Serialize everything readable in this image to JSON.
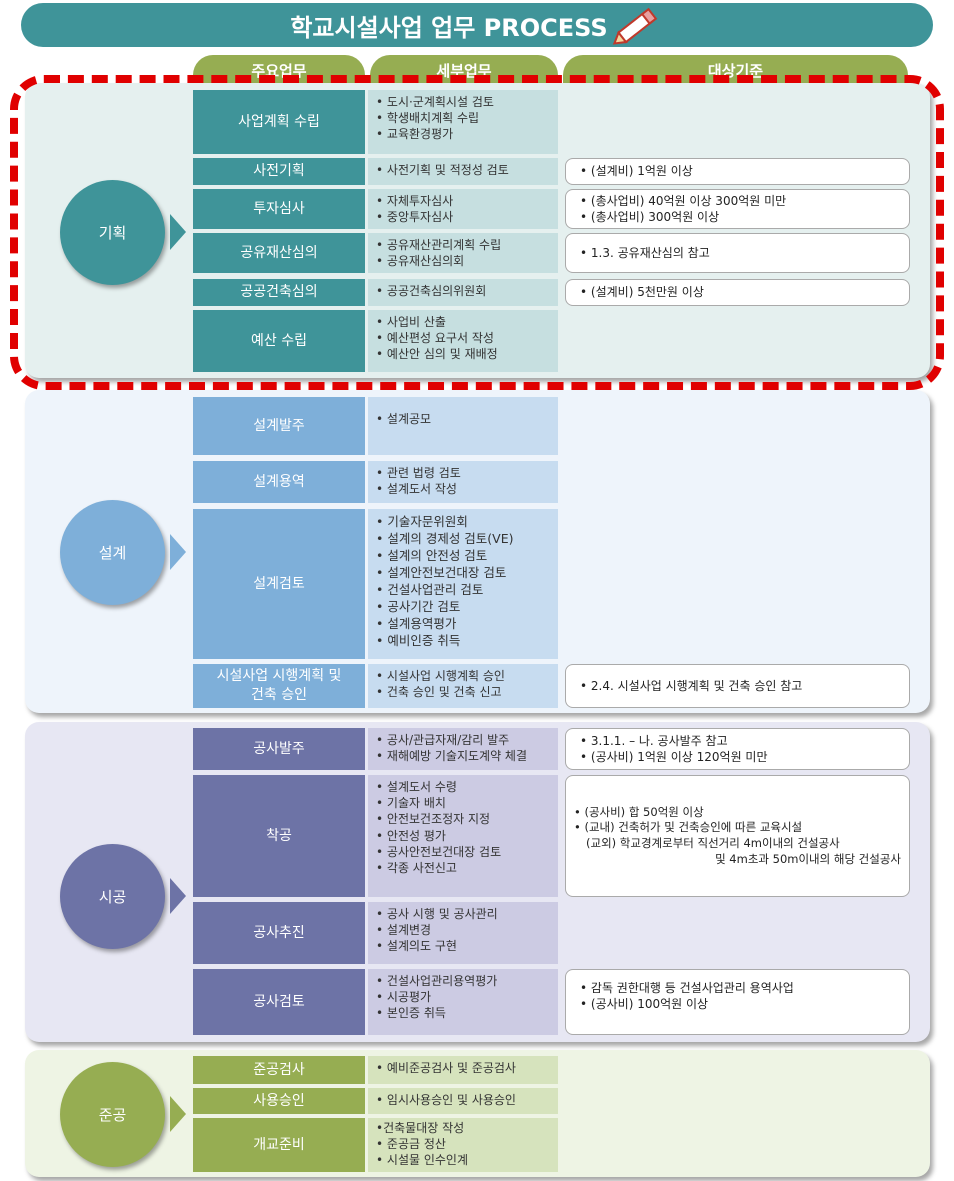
{
  "title": "학교시설사업 업무 PROCESS",
  "header": {
    "col1": "주요업무",
    "col2": "세부업무",
    "col3": "대상기준"
  },
  "phases": [
    {
      "name": "기획",
      "rows": [
        {
          "task": "사업계획 수립",
          "details": [
            "도시·군계획시설 검토",
            "학생배치계획 수립",
            "교육환경평가"
          ],
          "criteria": []
        },
        {
          "task": "사전기획",
          "details": [
            "사전기획 및 적정성 검토"
          ],
          "criteria": [
            "(설계비) 1억원 이상"
          ]
        },
        {
          "task": "투자심사",
          "details": [
            "자체투자심사",
            "중앙투자심사"
          ],
          "criteria": [
            "(총사업비) 40억원 이상 300억원 미만",
            "(총사업비) 300억원 이상"
          ]
        },
        {
          "task": "공유재산심의",
          "details": [
            "공유재산관리계획 수립",
            "공유재산심의회"
          ],
          "criteria": [
            "1.3. 공유재산심의 참고"
          ]
        },
        {
          "task": "공공건축심의",
          "details": [
            "공공건축심의위원회"
          ],
          "criteria": [
            "(설계비) 5천만원 이상"
          ]
        },
        {
          "task": "예산 수립",
          "details": [
            "사업비 산출",
            "예산편성 요구서 작성",
            "예산안 심의 및 재배정"
          ],
          "criteria": []
        }
      ]
    },
    {
      "name": "설계",
      "rows": [
        {
          "task": "설계발주",
          "details": [
            "설계공모"
          ],
          "criteria": []
        },
        {
          "task": "설계용역",
          "details": [
            "관련 법령 검토",
            "설계도서 작성"
          ],
          "criteria": []
        },
        {
          "task": "설계검토",
          "details": [
            "기술자문위원회",
            "설계의 경제성 검토(VE)",
            "설계의 안전성 검토",
            "설계안전보건대장 검토",
            "건설사업관리 검토",
            "공사기간 검토",
            "설계용역평가",
            "예비인증 취득"
          ],
          "criteria": []
        },
        {
          "task": "시설사업 시행계획 및 건축 승인",
          "details": [
            "시설사업 시행계획 승인",
            "건축 승인 및 건축 신고"
          ],
          "criteria": [
            "2.4. 시설사업 시행계획 및 건축 승인 참고"
          ]
        }
      ]
    },
    {
      "name": "시공",
      "rows": [
        {
          "task": "공사발주",
          "details": [
            "공사/관급자재/감리 발주",
            "재해예방 기술지도계약 체결"
          ],
          "criteria": [
            "3.1.1. – 나. 공사발주 참고",
            "(공사비) 1억원 이상 120억원 미만"
          ]
        },
        {
          "task": "착공",
          "details": [
            "설계도서 수령",
            "기술자 배치",
            "안전보건조정자 지정",
            "안전성 평가",
            "공사안전보건대장 검토",
            "각종 사전신고"
          ],
          "criteria": [
            "(공사비) 합 50억원 이상",
            "(교내) 건축허가 및 건축승인에 따른 교육시설",
            "(교외) 학교경계로부터 직선거리 4m이내의 건설공사",
            "및 4m초과 50m이내의 해당 건설공사"
          ]
        },
        {
          "task": "공사추진",
          "details": [
            "공사 시행 및 공사관리",
            "설계변경",
            "설계의도 구현"
          ],
          "criteria": []
        },
        {
          "task": "공사검토",
          "details": [
            "건설사업관리용역평가",
            "시공평가",
            "본인증 취득"
          ],
          "criteria": [
            "감독 권한대행 등 건설사업관리 용역사업",
            "(공사비) 100억원 이상"
          ]
        }
      ]
    },
    {
      "name": "준공",
      "rows": [
        {
          "task": "준공검사",
          "details": [
            "예비준공검사 및 준공검사"
          ],
          "criteria": []
        },
        {
          "task": "사용승인",
          "details": [
            "임시사용승인 및 사용승인"
          ],
          "criteria": []
        },
        {
          "task": "개교준비",
          "details": [
            "건축물대장 작성",
            "준공금 정산",
            "시설물 인수인계"
          ],
          "criteria": []
        }
      ]
    }
  ],
  "colors": {
    "title": "#3f9499",
    "header": "#96ad52",
    "plan": "#3f9499",
    "design": "#7eafd9",
    "build": "#6d73a6",
    "complete": "#96ad52",
    "dash": "#e00000"
  }
}
